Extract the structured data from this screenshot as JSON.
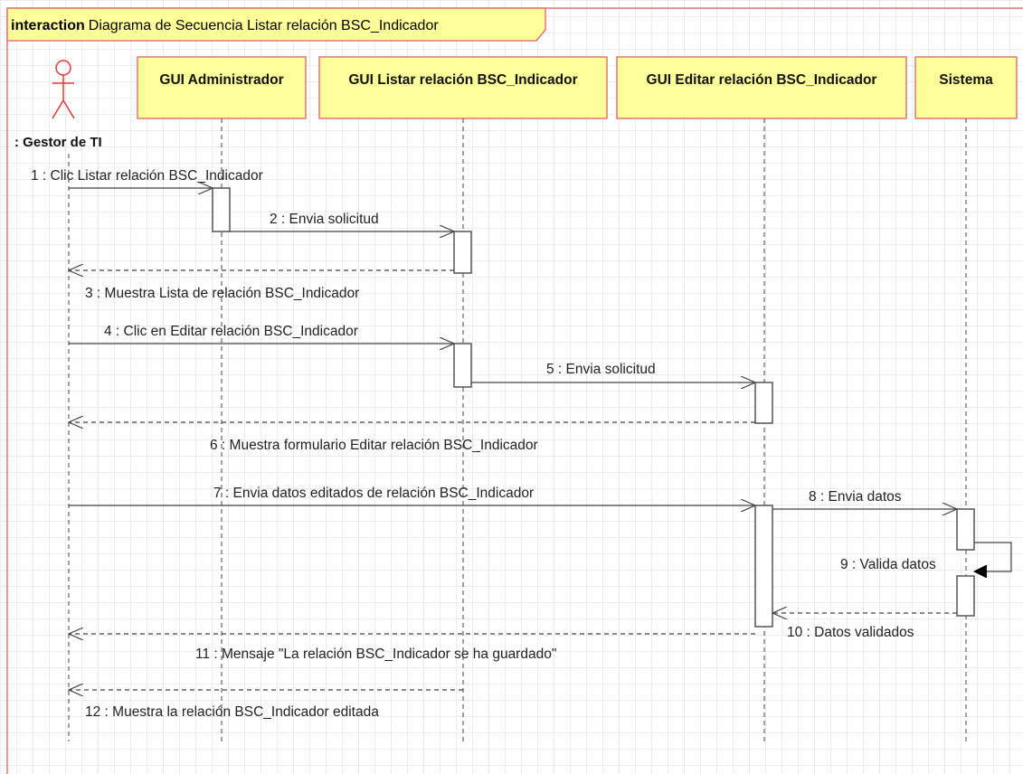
{
  "frame": {
    "keyword": "interaction",
    "title": "Diagrama de Secuencia Listar relación BSC_Indicador"
  },
  "actor": {
    "label": ": Gestor de TI"
  },
  "lifelines": [
    {
      "id": "gui-administrador",
      "label": "GUI Administrador"
    },
    {
      "id": "gui-listar",
      "label": "GUI Listar relación BSC_Indicador"
    },
    {
      "id": "gui-editar",
      "label": "GUI Editar relación BSC_Indicador"
    },
    {
      "id": "sistema",
      "label": "Sistema"
    }
  ],
  "messages": [
    {
      "label": "1 : Clic Listar relación BSC_Indicador",
      "kind": "call"
    },
    {
      "label": "2 : Envia solicitud",
      "kind": "call"
    },
    {
      "label": "3 : Muestra Lista de relación BSC_Indicador",
      "kind": "return"
    },
    {
      "label": "4 : Clic en Editar relación BSC_Indicador",
      "kind": "call"
    },
    {
      "label": "5 : Envia solicitud",
      "kind": "call"
    },
    {
      "label": "6 : Muestra formulario Editar relación BSC_Indicador",
      "kind": "return"
    },
    {
      "label": "7 : Envia datos editados de relación BSC_Indicador",
      "kind": "call"
    },
    {
      "label": "8 : Envia datos",
      "kind": "call"
    },
    {
      "label": "9 : Valida datos",
      "kind": "self"
    },
    {
      "label": "10 : Datos validados",
      "kind": "return"
    },
    {
      "label": "11 : Mensaje \"La relación BSC_Indicador se ha guardado\"",
      "kind": "return"
    },
    {
      "label": "12 : Muestra la relación BSC_Indicador editada",
      "kind": "return"
    }
  ],
  "colors": {
    "frame_border": "#e57373",
    "box_fill": "#ffff99",
    "box_border": "#e57373",
    "actor_stroke": "#e53935",
    "line": "#444444"
  }
}
